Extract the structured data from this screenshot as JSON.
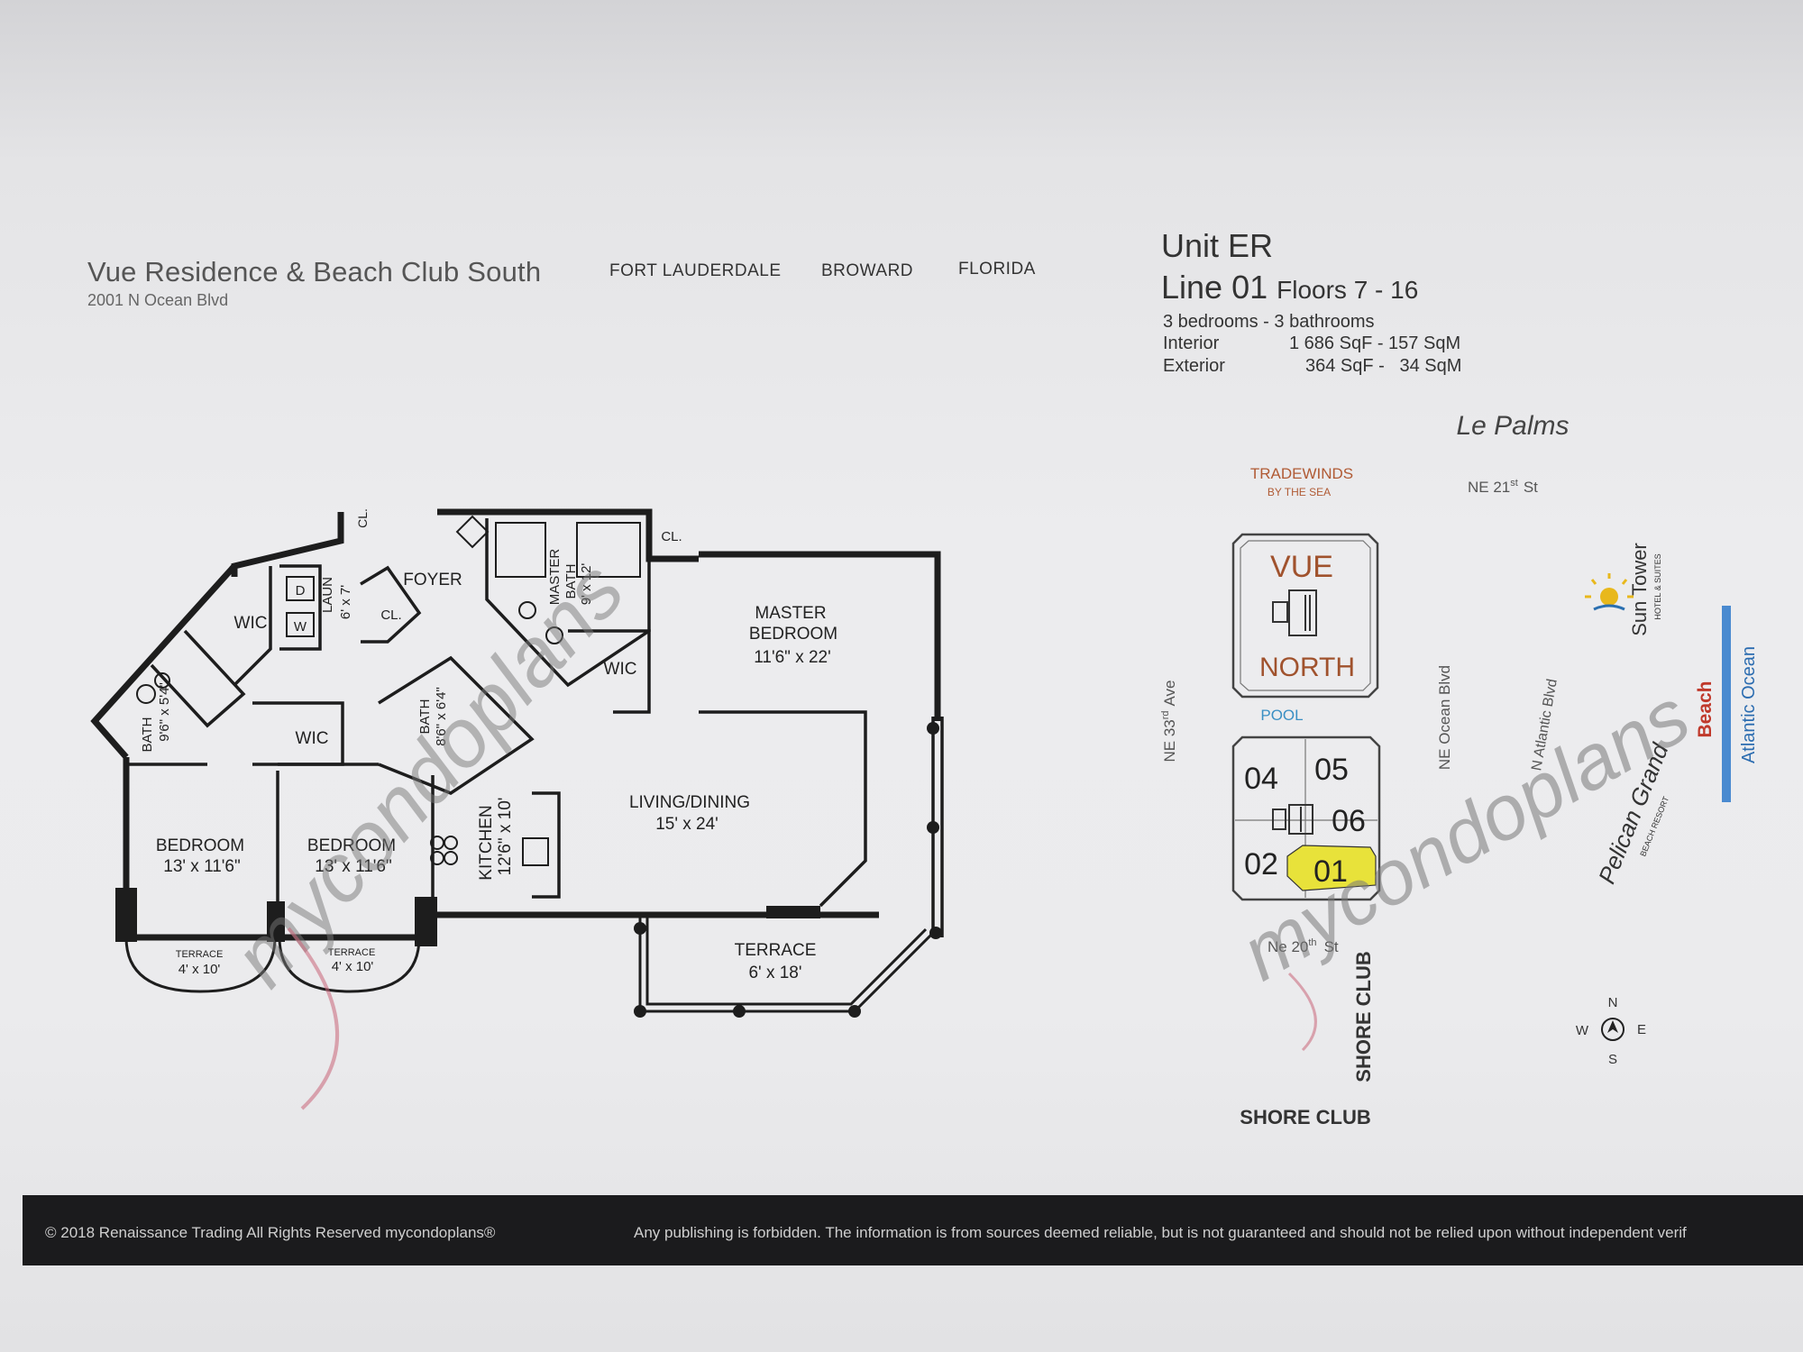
{
  "header": {
    "building": "Vue Residence & Beach Club South",
    "address": "2001 N Ocean Blvd",
    "city": "FORT LAUDERDALE",
    "county": "BROWARD",
    "state": "FLORIDA"
  },
  "unit": {
    "name": "Unit ER",
    "line": "Line 01",
    "floors": "Floors 7 - 16",
    "rooms": "3  bedrooms - 3 bathrooms",
    "interior_label": "Interior",
    "interior_value": "1 686 SqF - 157 SqM",
    "exterior_label": "Exterior",
    "exterior_value": "364 SqF -   34 SqM"
  },
  "floorplan": {
    "rooms": {
      "master_bedroom_1": "MASTER",
      "master_bedroom_2": "BEDROOM",
      "master_bedroom_size": "11'6\" x 22'",
      "master_bath_1": "MASTER",
      "master_bath_2": "BATH",
      "master_bath_size": "9' x 12'",
      "foyer": "FOYER",
      "laun": "LAUN",
      "laun_size": "6' x 7'",
      "cl": "CL.",
      "wic": "WIC",
      "bath": "BATH",
      "bath1_size": "9'6\" x 5'4\"",
      "bath2_size": "8'6\" x 6'4\"",
      "bedroom": "BEDROOM",
      "bedroom1_size": "13' x 11'6\"",
      "bedroom2_size": "13' x 11'6\"",
      "kitchen": "KITCHEN",
      "kitchen_size": "12'6\" x 10'",
      "living": "LIVING/DINING",
      "living_size": "15' x 24'",
      "terrace": "TERRACE",
      "terrace_size": "6' x 18'",
      "small_terrace": "TERRACE",
      "small_terrace_size": "4' x 10'",
      "dryer": "D",
      "washer": "W"
    }
  },
  "siteplan": {
    "tradewinds_1": "TRADEWINDS",
    "tradewinds_2": "BY THE SEA",
    "le_palms": "Le Palms",
    "ne21_a": "NE 21",
    "ne21_sup": "st",
    "ne21_b": "St",
    "vue_1": "VUE",
    "vue_2": "NORTH",
    "pool": "POOL",
    "ne33_a": "NE 33",
    "ne33_sup": "rd",
    "ne33_b": "Ave",
    "ne_ocean_blvd": "NE Ocean Blvd",
    "n_atlantic_blvd": "N Atlantic Blvd",
    "sun_tower_1": "Sun Tower",
    "sun_tower_2": "HOTEL & SUITES",
    "beach": "Beach",
    "atlantic_ocean": "Atlantic Ocean",
    "pelican_1": "Pelican Grand",
    "pelican_2": "BEACH RESORT",
    "ne20_a": "Ne 20",
    "ne20_sup": "th",
    "ne20_b": "St",
    "shore_club_v": "SHORE CLUB",
    "shore_club_h": "SHORE CLUB",
    "lines": [
      "04",
      "05",
      "06",
      "02",
      "01"
    ],
    "highlight_color": "#e8e23a",
    "compass": {
      "n": "N",
      "s": "S",
      "e": "E",
      "w": "W"
    }
  },
  "watermark": "mycondoplans",
  "footer": {
    "copyright": "© 2018  Renaissance Trading  All Rights Reserved  mycondoplans®",
    "disclaimer": "Any publishing is forbidden.  The information is from sources deemed reliable, but is not guaranteed and should not be relied upon without independent verif"
  }
}
